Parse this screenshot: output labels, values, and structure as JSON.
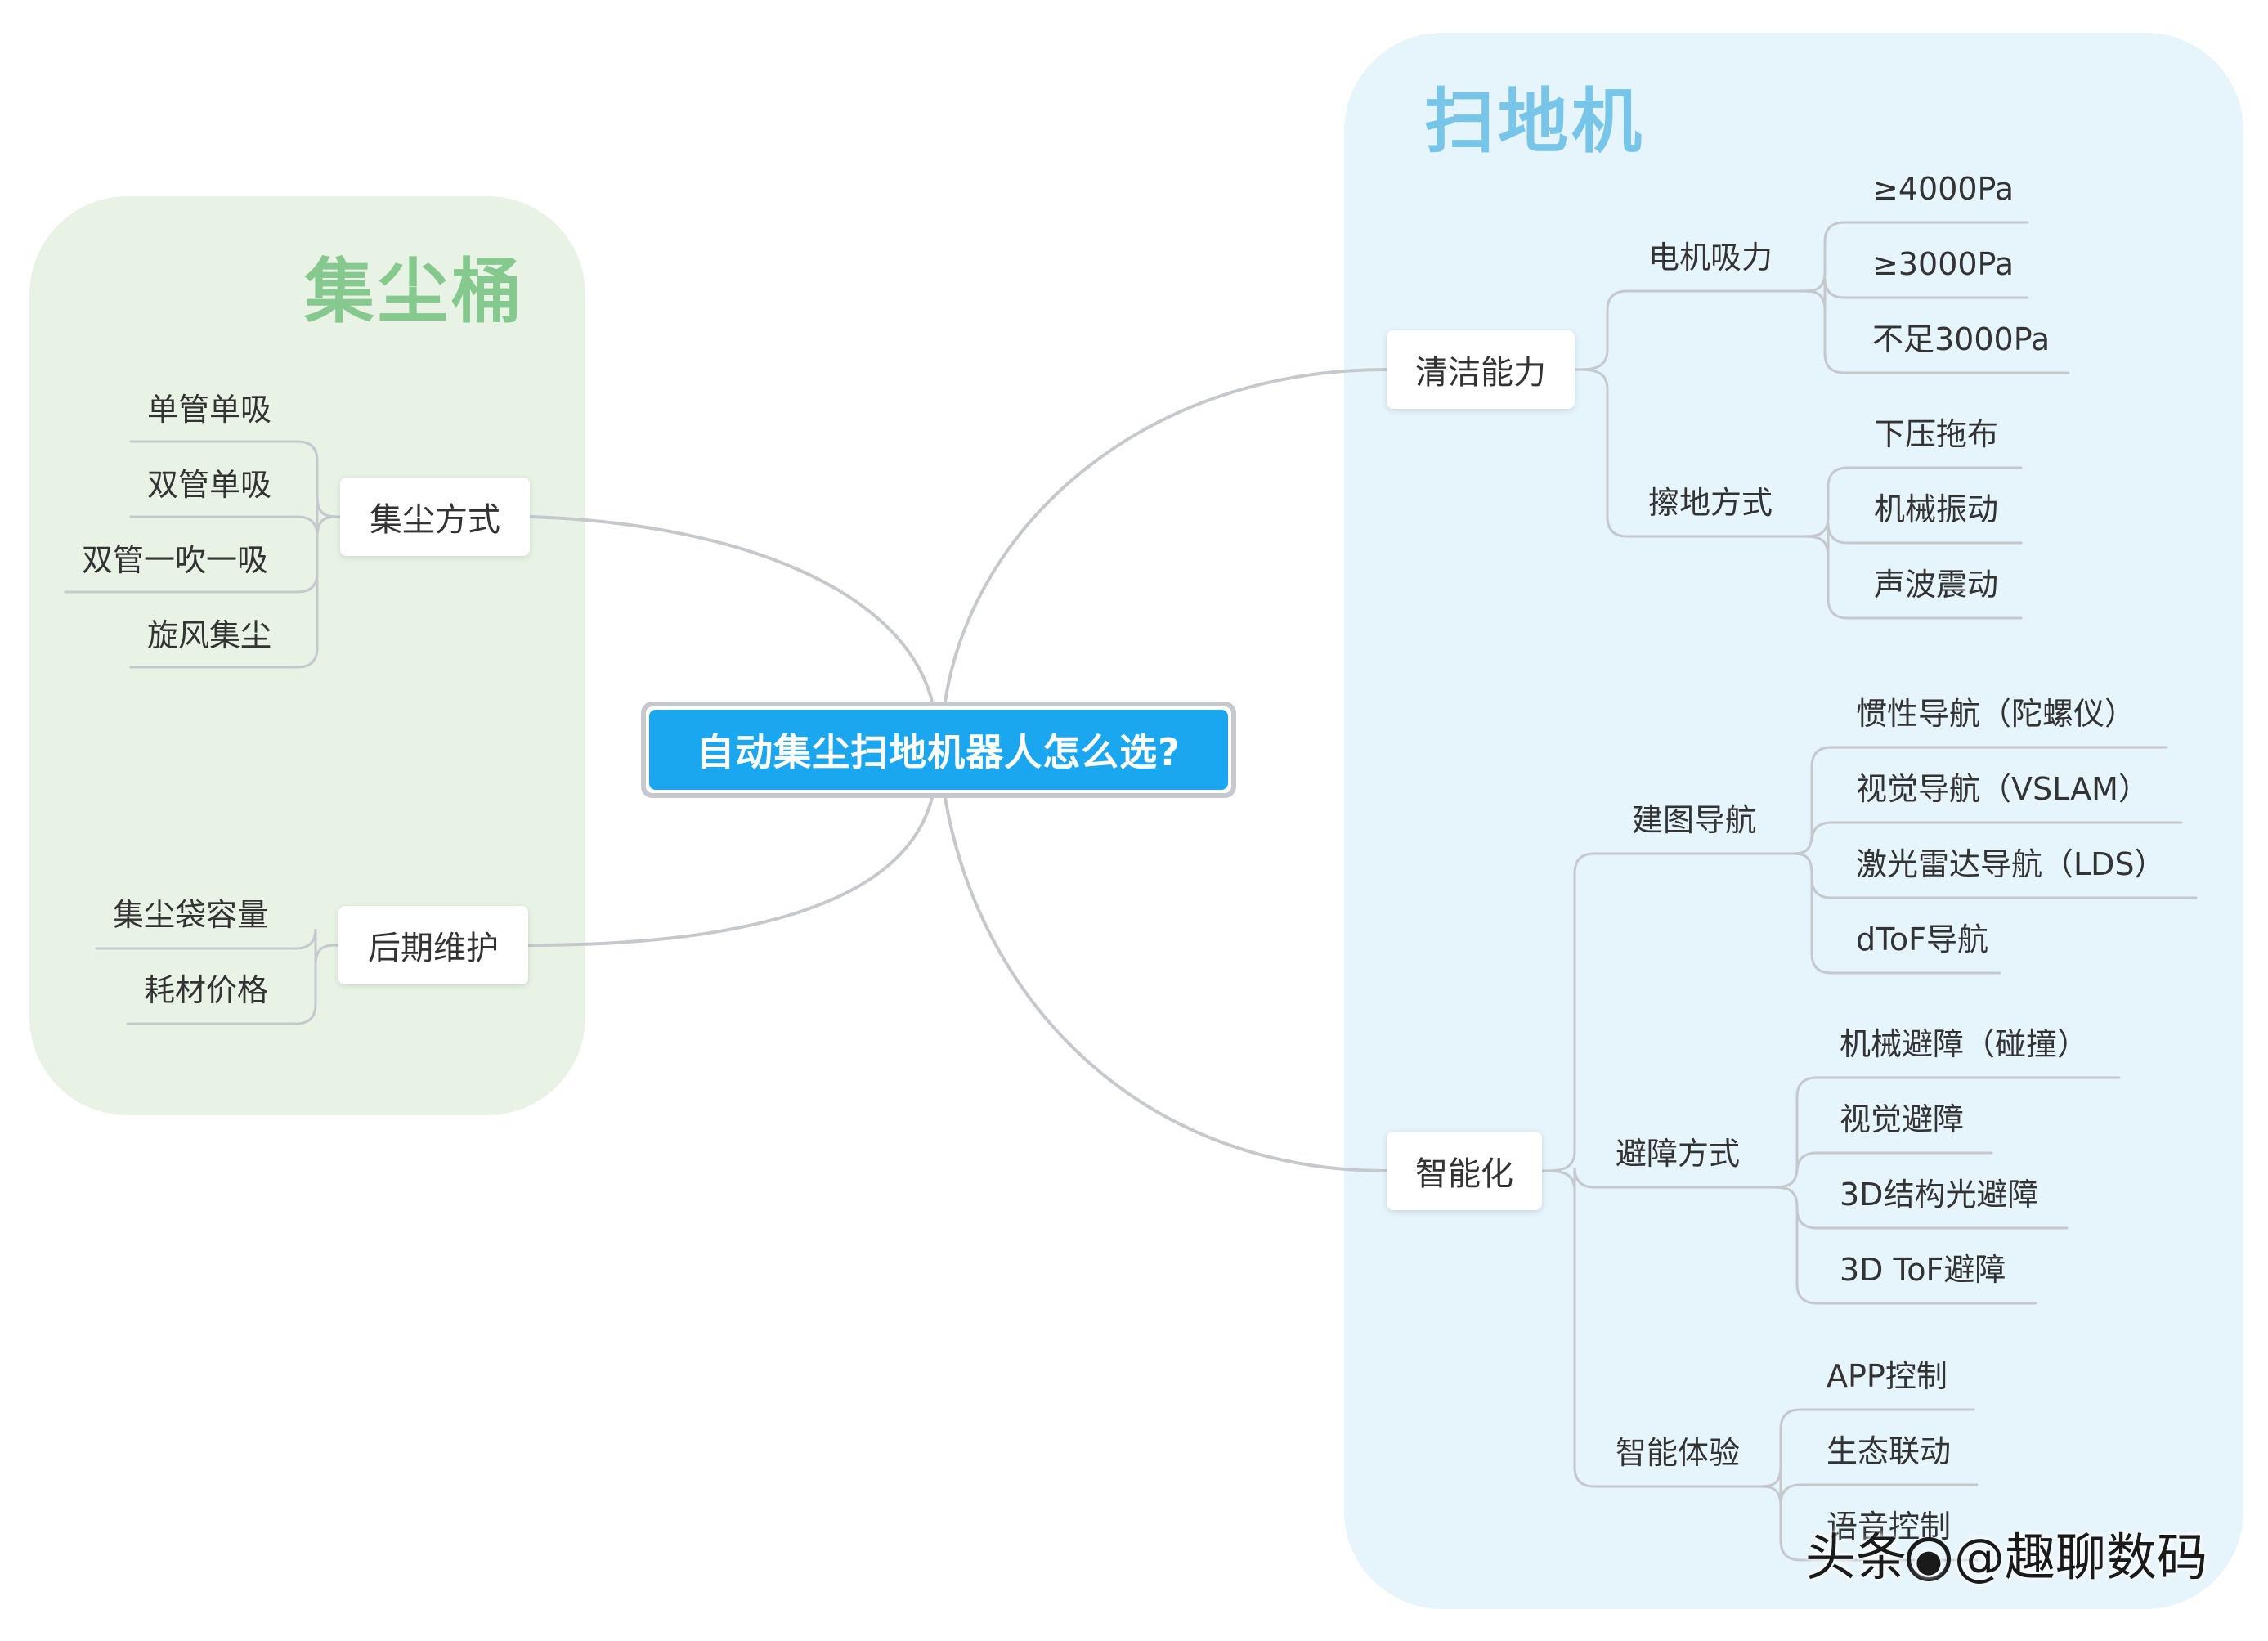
{
  "colors": {
    "central_fill": "#1aa7f0",
    "left_boundary": "#e8f3e6",
    "right_boundary": "#e6f4fb",
    "left_title": "#86c98e",
    "right_title": "#77c6ea",
    "connector": "#c5c9ce"
  },
  "central": {
    "label": "自动集尘扫地机器人怎么选?"
  },
  "groups": {
    "dust_bin": {
      "title": "集尘桶",
      "branches": [
        {
          "label": "集尘方式",
          "children": [
            "单管单吸",
            "双管单吸",
            "双管一吹一吸",
            "旋风集尘"
          ]
        },
        {
          "label": "后期维护",
          "children": [
            "集尘袋容量",
            "耗材价格"
          ]
        }
      ]
    },
    "robot": {
      "title": "扫地机",
      "branches": [
        {
          "label": "清洁能力",
          "subs": [
            {
              "label": "电机吸力",
              "children": [
                "≥4000Pa",
                "≥3000Pa",
                "不足3000Pa"
              ]
            },
            {
              "label": "擦地方式",
              "children": [
                "下压拖布",
                "机械振动",
                "声波震动"
              ]
            }
          ]
        },
        {
          "label": "智能化",
          "subs": [
            {
              "label": "建图导航",
              "children": [
                "惯性导航（陀螺仪）",
                "视觉导航（VSLAM）",
                "激光雷达导航（LDS）",
                "dToF导航"
              ]
            },
            {
              "label": "避障方式",
              "children": [
                "机械避障（碰撞）",
                "视觉避障",
                "3D结构光避障",
                "3D ToF避障"
              ]
            },
            {
              "label": "智能体验",
              "children": [
                "APP控制",
                "生态联动",
                "语音控制"
              ]
            }
          ]
        }
      ]
    }
  },
  "watermark": {
    "icon": "camera-icon",
    "prefix": "头条",
    "handle": "@趣聊数码"
  }
}
